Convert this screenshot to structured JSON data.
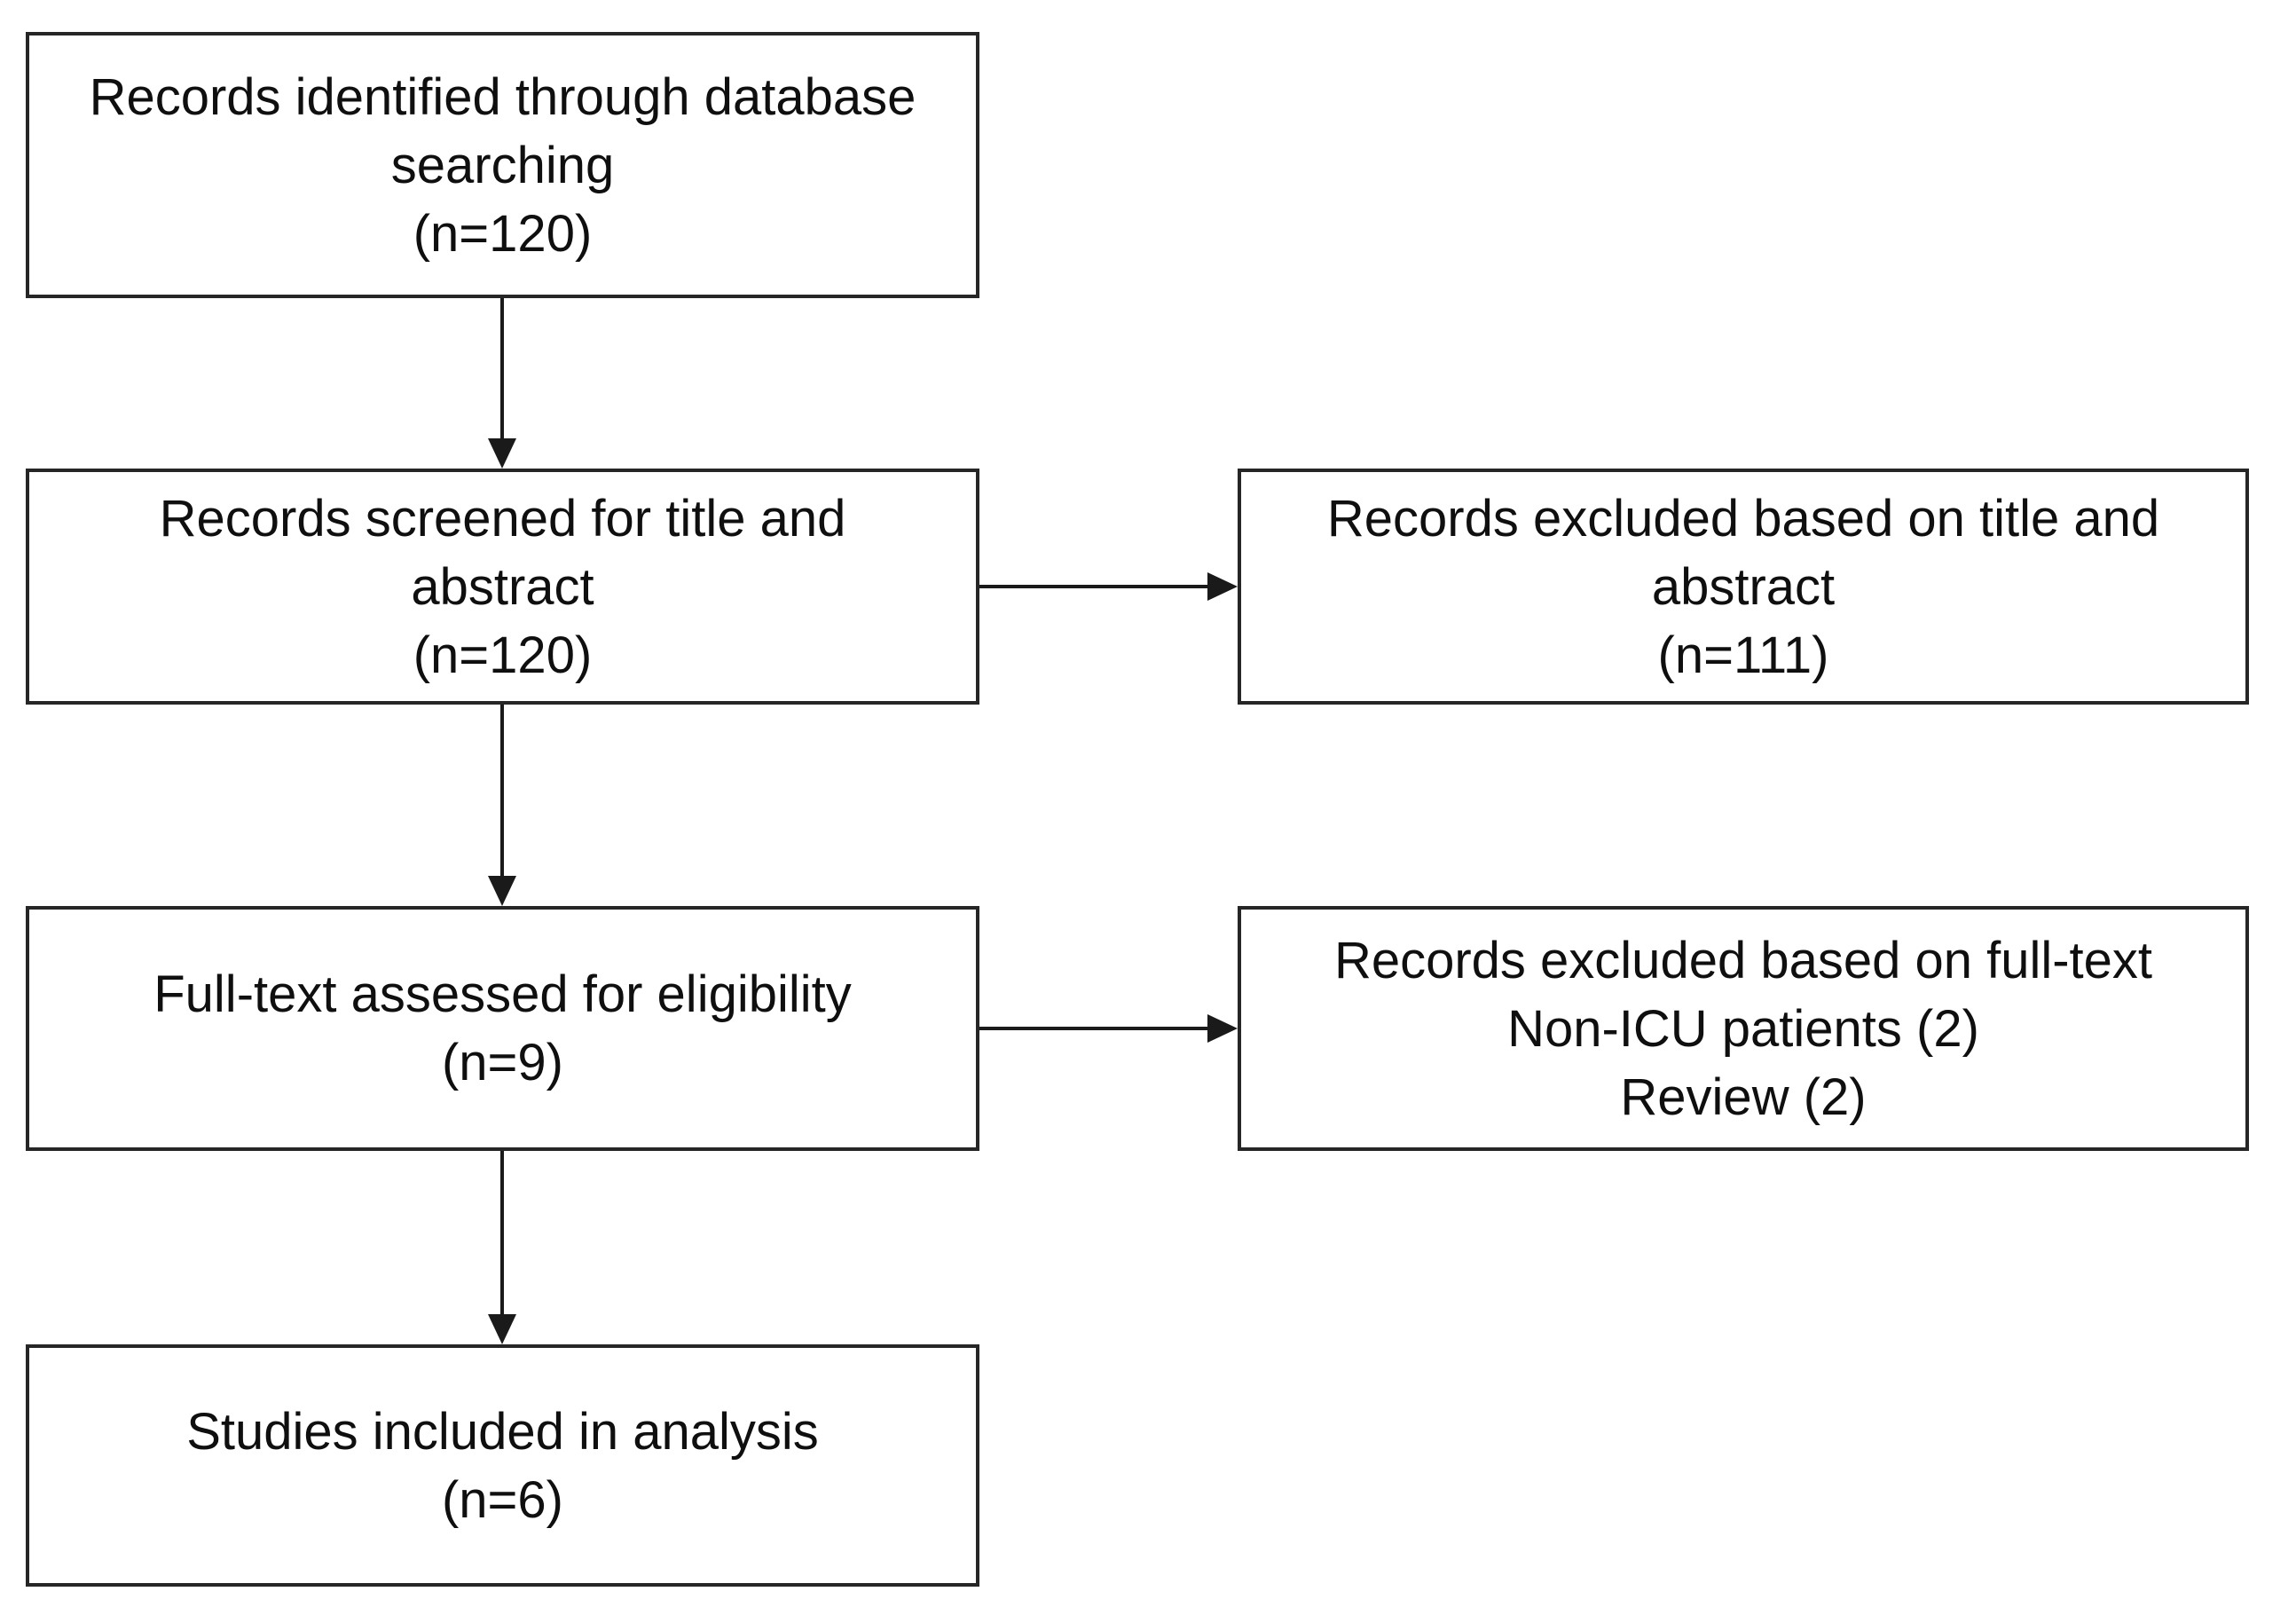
{
  "diagram": {
    "type": "flowchart",
    "subject": "study-selection-flow",
    "colors": {
      "border": "#262626",
      "text": "#0f0f0f",
      "background": "#ffffff",
      "arrow": "#1a1a1a"
    },
    "boxes": [
      {
        "id": "identification",
        "lines": [
          "Records identified through database",
          "searching",
          "(n=120)"
        ]
      },
      {
        "id": "screening",
        "lines": [
          "Records screened for title and",
          "abstract",
          "(n=120)"
        ]
      },
      {
        "id": "excluded-title-abstract",
        "lines": [
          "Records excluded based on title and",
          "abstract",
          "(n=111)"
        ]
      },
      {
        "id": "full-text-eligibility",
        "lines": [
          "Full-text assessed for eligibility",
          "(n=9)"
        ]
      },
      {
        "id": "excluded-full-text",
        "lines": [
          "Records excluded based on full-text",
          "Non-ICU patients (2)",
          "Review (2)"
        ]
      },
      {
        "id": "included",
        "lines": [
          "Studies included in analysis",
          "(n=6)"
        ]
      }
    ],
    "arrows": [
      {
        "from": "identification",
        "to": "screening",
        "direction": "down"
      },
      {
        "from": "screening",
        "to": "full-text-eligibility",
        "direction": "down"
      },
      {
        "from": "full-text-eligibility",
        "to": "included",
        "direction": "down"
      },
      {
        "from": "screening",
        "to": "excluded-title-abstract",
        "direction": "right"
      },
      {
        "from": "full-text-eligibility",
        "to": "excluded-full-text",
        "direction": "right"
      }
    ]
  }
}
